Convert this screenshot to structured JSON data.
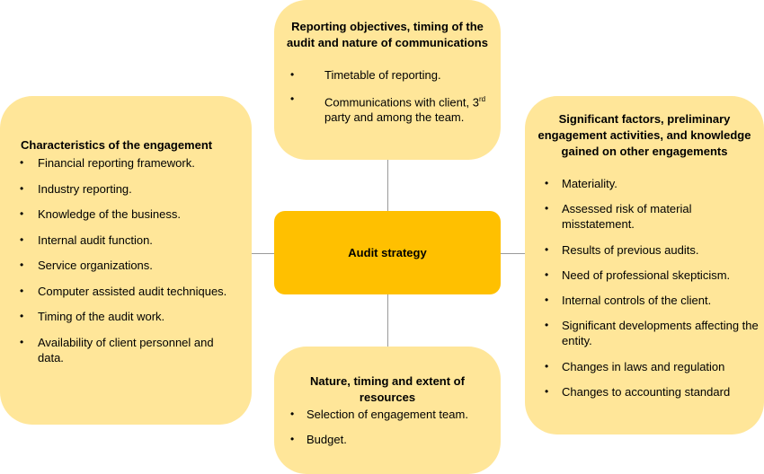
{
  "center": {
    "label": "Audit strategy"
  },
  "top": {
    "title": "Reporting objectives, timing of the audit and nature of communications",
    "items": [
      "Timetable of reporting.",
      "Communications with client, 3rd party and among the team."
    ]
  },
  "left": {
    "title": "Characteristics of the engagement",
    "items": [
      "Financial reporting framework.",
      "Industry reporting.",
      "Knowledge of the business.",
      "Internal audit function.",
      "Service organizations.",
      "Computer assisted audit techniques.",
      "Timing of the audit work.",
      "Availability of client personnel and data."
    ]
  },
  "right": {
    "title": "Significant factors, preliminary engagement activities, and knowledge gained on other engagements",
    "items": [
      "Materiality.",
      "Assessed risk of material misstatement.",
      "Results of previous audits.",
      "Need of professional skepticism.",
      "Internal controls of the client.",
      "Significant developments affecting the entity.",
      "Changes in laws and regulation",
      "Changes to accounting standard"
    ]
  },
  "bottom": {
    "title": "Nature, timing and extent of resources",
    "items": [
      "Selection of engagement team.",
      "Budget."
    ]
  },
  "colors": {
    "center_fill": "#ffc000",
    "box_fill": "#ffe699",
    "connector": "#9a9a9a"
  }
}
